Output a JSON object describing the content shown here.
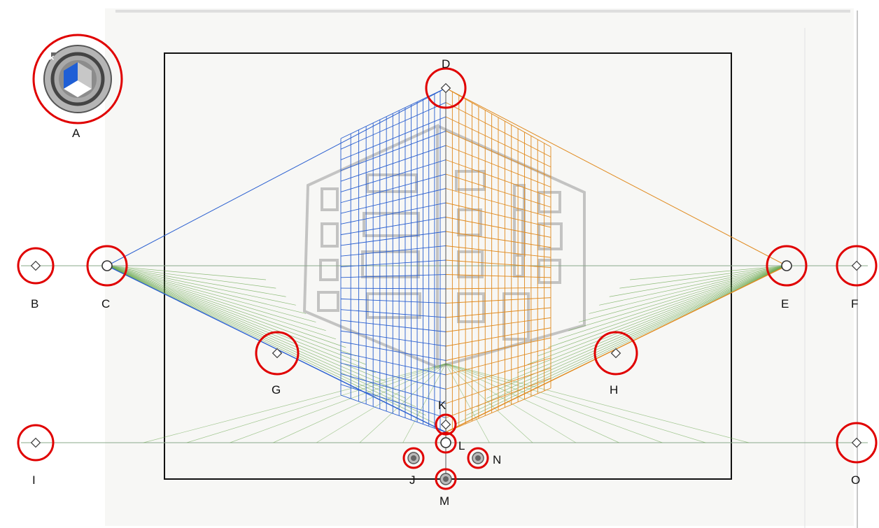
{
  "widget": {
    "name": "perspective-grid-widget",
    "close_glyph": "×",
    "label": "A",
    "colors": {
      "left_face": "#1f5fd6",
      "right_face": "#b8b8b8",
      "bottom_face": "#ffffff",
      "body": "#8c8c8c"
    }
  },
  "labels": {
    "B": "B",
    "C": "C",
    "D": "D",
    "E": "E",
    "F": "F",
    "G": "G",
    "H": "H",
    "I": "I",
    "J": "J",
    "K": "K",
    "L": "L",
    "M": "M",
    "N": "N",
    "O": "O"
  },
  "colors": {
    "left_grid": "#2a5fd0",
    "right_grid": "#e08a1e",
    "ground_grid": "#6aa84f",
    "horizon": "#8aa88a",
    "highlight_ring": "#e00000",
    "sketch": "#7f7f7f",
    "artboard_border": "#111111"
  }
}
